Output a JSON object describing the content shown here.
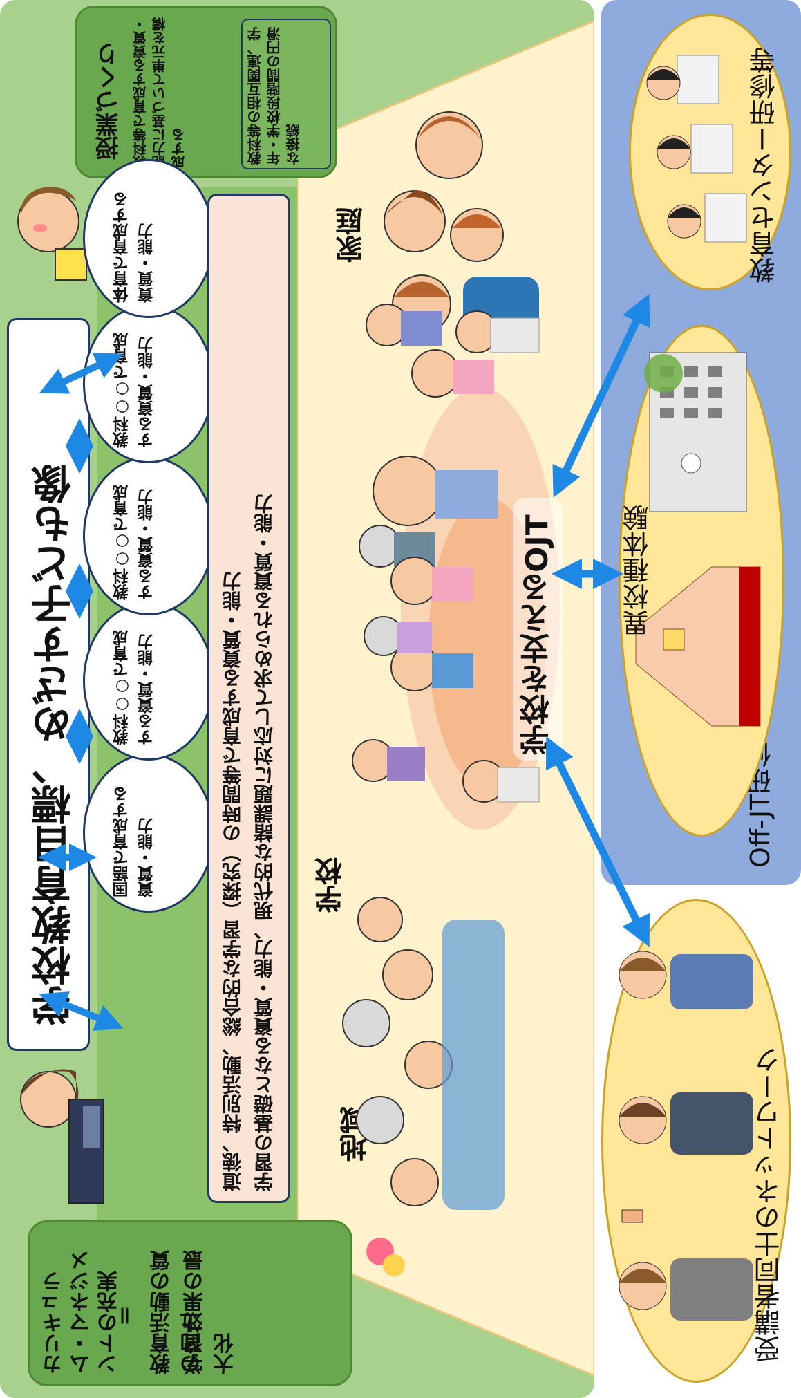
{
  "goal_title": "学校教育目標、めざす子ども像",
  "subject_cells": [
    "国語で育成する資質・能力",
    "教科○○で育成する資質・能力",
    "教科○○で育成する資質・能力",
    "教科○○で育成する資質・能力",
    "体育で育成する資質・能力"
  ],
  "cross_subject_text": "道徳、特別活動、総合的な学習（探究）の時間等で育成する資質・能力",
  "foundation_text": "学習の基礎となる資質・能力、現代的な諸課題に対応して求められる資質・能力",
  "lesson_building": {
    "title": "授業づくり",
    "line1": "教科等で育成する資質・能力に基づいて単元を構成する",
    "bracket": "教科等の相互関連、学年・学校段階間の円滑な接続"
  },
  "curriculum": {
    "line1": "カリキュラム・マネジメントの充実",
    "line2": "＝",
    "line3": "教育活動の質の向上",
    "line4": "学習効果の最大化"
  },
  "areas": {
    "region": "地域",
    "school": "学校",
    "family": "家庭"
  },
  "ojt_label": "学校を支えるOJT",
  "offjt": {
    "label": "Off-JT研修",
    "center": "教育センター研修等",
    "other_school": "異校種体験",
    "network": "受講者同士のネットワーク"
  },
  "colors": {
    "green_panel": "#a9d18e",
    "dark_green": "#6aa84f",
    "navy_border": "#1f3864",
    "arrow_blue": "#1e88e5",
    "cream": "#fff2cc",
    "offjt_blue": "#8faadc",
    "yellow_ellipse": "#ffe699"
  }
}
